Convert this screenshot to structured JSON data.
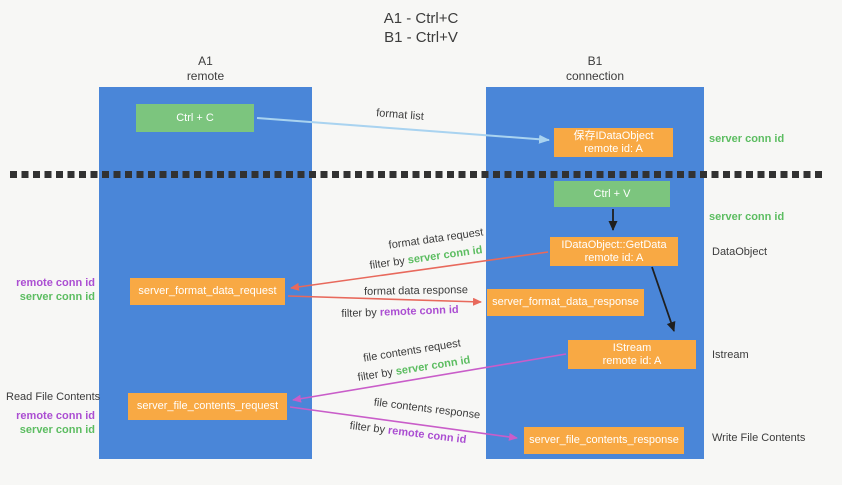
{
  "title": {
    "line1": "A1 - Ctrl+C",
    "line2": "B1 - Ctrl+V"
  },
  "columns": {
    "a": {
      "id": "A1",
      "name": "remote"
    },
    "b": {
      "id": "B1",
      "name": "connection"
    }
  },
  "boxes": {
    "ctrl_c": {
      "label": "Ctrl + C"
    },
    "save_idataobject": {
      "line1": "保存IDataObject",
      "line2": "remote id: A"
    },
    "ctrl_v": {
      "label": "Ctrl + V"
    },
    "getdata": {
      "line1": "IDataObject::GetData",
      "line2": "remote id: A"
    },
    "istream": {
      "line1": "IStream",
      "line2": "remote id: A"
    },
    "format_request": {
      "label": "server_format_data_request"
    },
    "format_response": {
      "label": "server_format_data_response"
    },
    "file_request": {
      "label": "server_file_contents_request"
    },
    "file_response": {
      "label": "server_file_contents_response"
    }
  },
  "arrow_labels": {
    "format_list": "format list",
    "format_data_request": "format data request",
    "format_data_response": "format data response",
    "file_contents_request": "file contents request",
    "file_contents_response": "file contents response",
    "filter_by": "filter by",
    "server_conn_id": "server conn id",
    "remote_conn_id": "remote conn id"
  },
  "side_labels": {
    "left_group_format": {
      "line1": "remote conn id",
      "line2": "server conn id"
    },
    "read_file_contents": "Read File Contents",
    "left_group_file": {
      "line1": "remote conn id",
      "line2": "server conn id"
    },
    "right_server_conn_id_top": "server conn id",
    "right_server_conn_id_mid": "server conn id",
    "dataobject": "DataObject",
    "istream": "Istream",
    "write_file_contents": "Write File Contents"
  },
  "colors": {
    "background": "#f7f7f5",
    "column_blue": "#4a86d8",
    "box_green": "#7cc57e",
    "box_orange": "#f8a944",
    "arrow_blue": "#a9d3f0",
    "arrow_red": "#e8695c",
    "arrow_magenta": "#c95dc9",
    "arrow_black": "#1f1f1f",
    "text_green": "#5cbd61",
    "text_purple": "#ab4ed2",
    "text_dark": "#3c3c3c",
    "divider": "#323232"
  }
}
